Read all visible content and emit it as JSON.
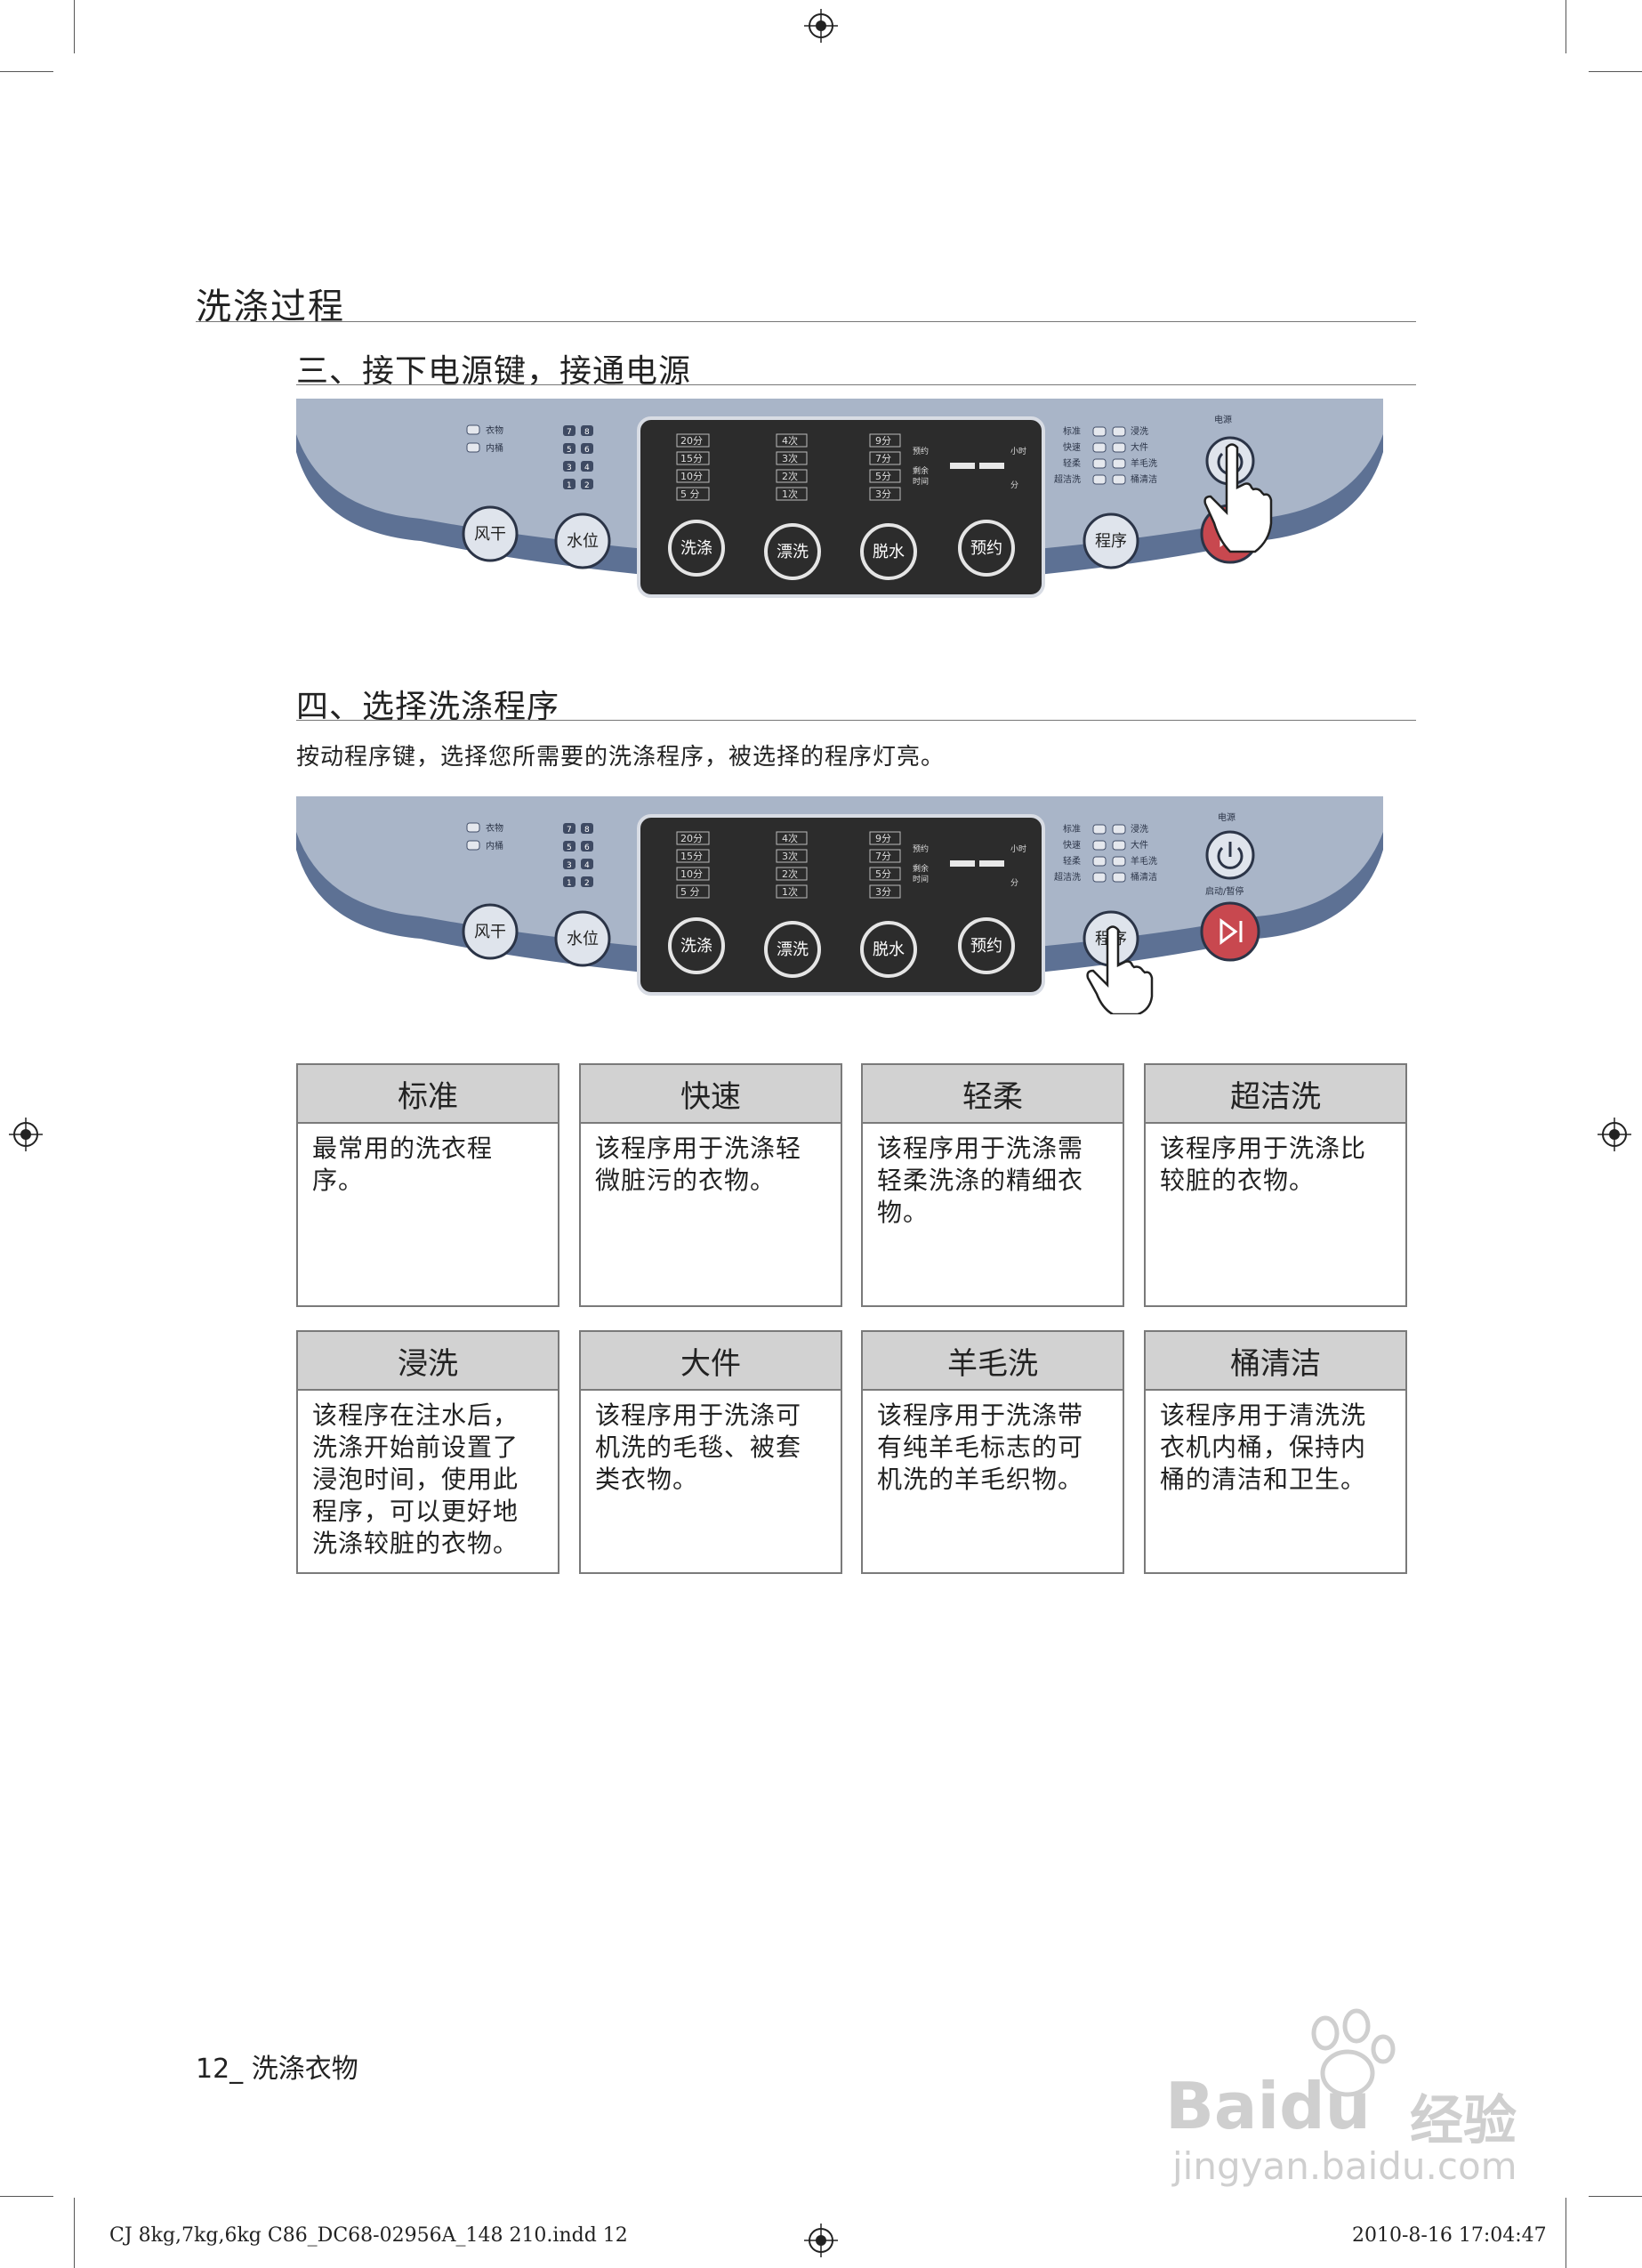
{
  "section_title": "洗涤过程",
  "step3": {
    "heading": "三、接下电源键，接通电源"
  },
  "step4": {
    "heading": "四、选择洗涤程序",
    "instruction": "按动程序键，选择您所需要的洗涤程序，被选择的程序灯亮。"
  },
  "panel": {
    "indicators_left": [
      "衣物",
      "内桶"
    ],
    "water_levels": [
      "7",
      "8",
      "5",
      "6",
      "3",
      "4",
      "1",
      "2"
    ],
    "wash_times": [
      "20分",
      "15分",
      "10分",
      "5 分"
    ],
    "rinse_times": [
      "4次",
      "3次",
      "2次",
      "1次"
    ],
    "spin_times": [
      "9分",
      "7分",
      "5分",
      "3分"
    ],
    "display_labels": {
      "reserve": "预约",
      "remain": "剩余",
      "time": "时间",
      "hour": "小时",
      "minute": "分"
    },
    "display_digits": "--",
    "buttons": {
      "dry": "风干",
      "water": "水位",
      "wash": "洗涤",
      "rinse": "漂洗",
      "spin": "脱水",
      "reserve": "预约",
      "program": "程序"
    },
    "programs_left": [
      "标准",
      "快速",
      "轻柔",
      "超洁洗"
    ],
    "programs_right": [
      "浸洗",
      "大件",
      "羊毛洗",
      "桶清洁"
    ],
    "power_label": "电源",
    "start_label": "启动/暂停"
  },
  "programs": [
    {
      "name": "标准",
      "desc": [
        "最常用的洗衣程",
        "序。"
      ]
    },
    {
      "name": "快速",
      "desc": [
        "该程序用于洗涤轻",
        "微脏污的衣物。"
      ]
    },
    {
      "name": "轻柔",
      "desc": [
        "该程序用于洗涤需",
        "轻柔洗涤的精细衣",
        "物。"
      ]
    },
    {
      "name": "超洁洗",
      "desc": [
        "该程序用于洗涤比",
        "较脏的衣物。"
      ]
    },
    {
      "name": "浸洗",
      "desc": [
        "该程序在注水后，",
        "洗涤开始前设置了",
        "浸泡时间，使用此",
        "程序，可以更好地",
        "洗涤较脏的衣物。"
      ]
    },
    {
      "name": "大件",
      "desc": [
        "该程序用于洗涤可",
        "机洗的毛毯、被套",
        "类衣物。"
      ]
    },
    {
      "name": "羊毛洗",
      "desc": [
        "该程序用于洗涤带",
        "有纯羊毛标志的可",
        "机洗的羊毛织物。"
      ]
    },
    {
      "name": "桶清洁",
      "desc": [
        "该程序用于清洗洗",
        "衣机内桶，保持内",
        "桶的清洁和卫生。"
      ]
    }
  ],
  "page_footer": {
    "page_label": "12_ 洗涤衣物",
    "file_info": "CJ 8kg,7kg,6kg C86_DC68-02956A_148 210.indd   12",
    "timestamp": "2010-8-16   17:04:47"
  },
  "watermark": {
    "brand": "Baidu",
    "sub": "经验",
    "url": "jingyan.baidu.com"
  },
  "colors": {
    "panel_blue": "#5d7194",
    "panel_light": "#a8b4c7",
    "display_dark": "#2c2c2c",
    "start_red": "#c8484f",
    "card_header": "#d2d2d2"
  }
}
